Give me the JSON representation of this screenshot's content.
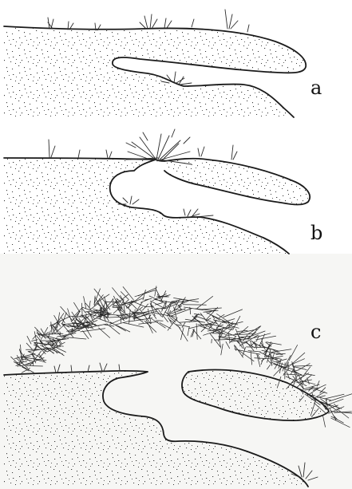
{
  "figure": {
    "panels": [
      {
        "id": "a",
        "label": "a"
      },
      {
        "id": "b",
        "label": "b"
      },
      {
        "id": "c",
        "label": "c"
      }
    ],
    "colors": {
      "background": "#ffffff",
      "outline": "#1a1a1a",
      "stipple": "#3a3a3a",
      "lower_band_tint": "#f6f6f4"
    }
  }
}
